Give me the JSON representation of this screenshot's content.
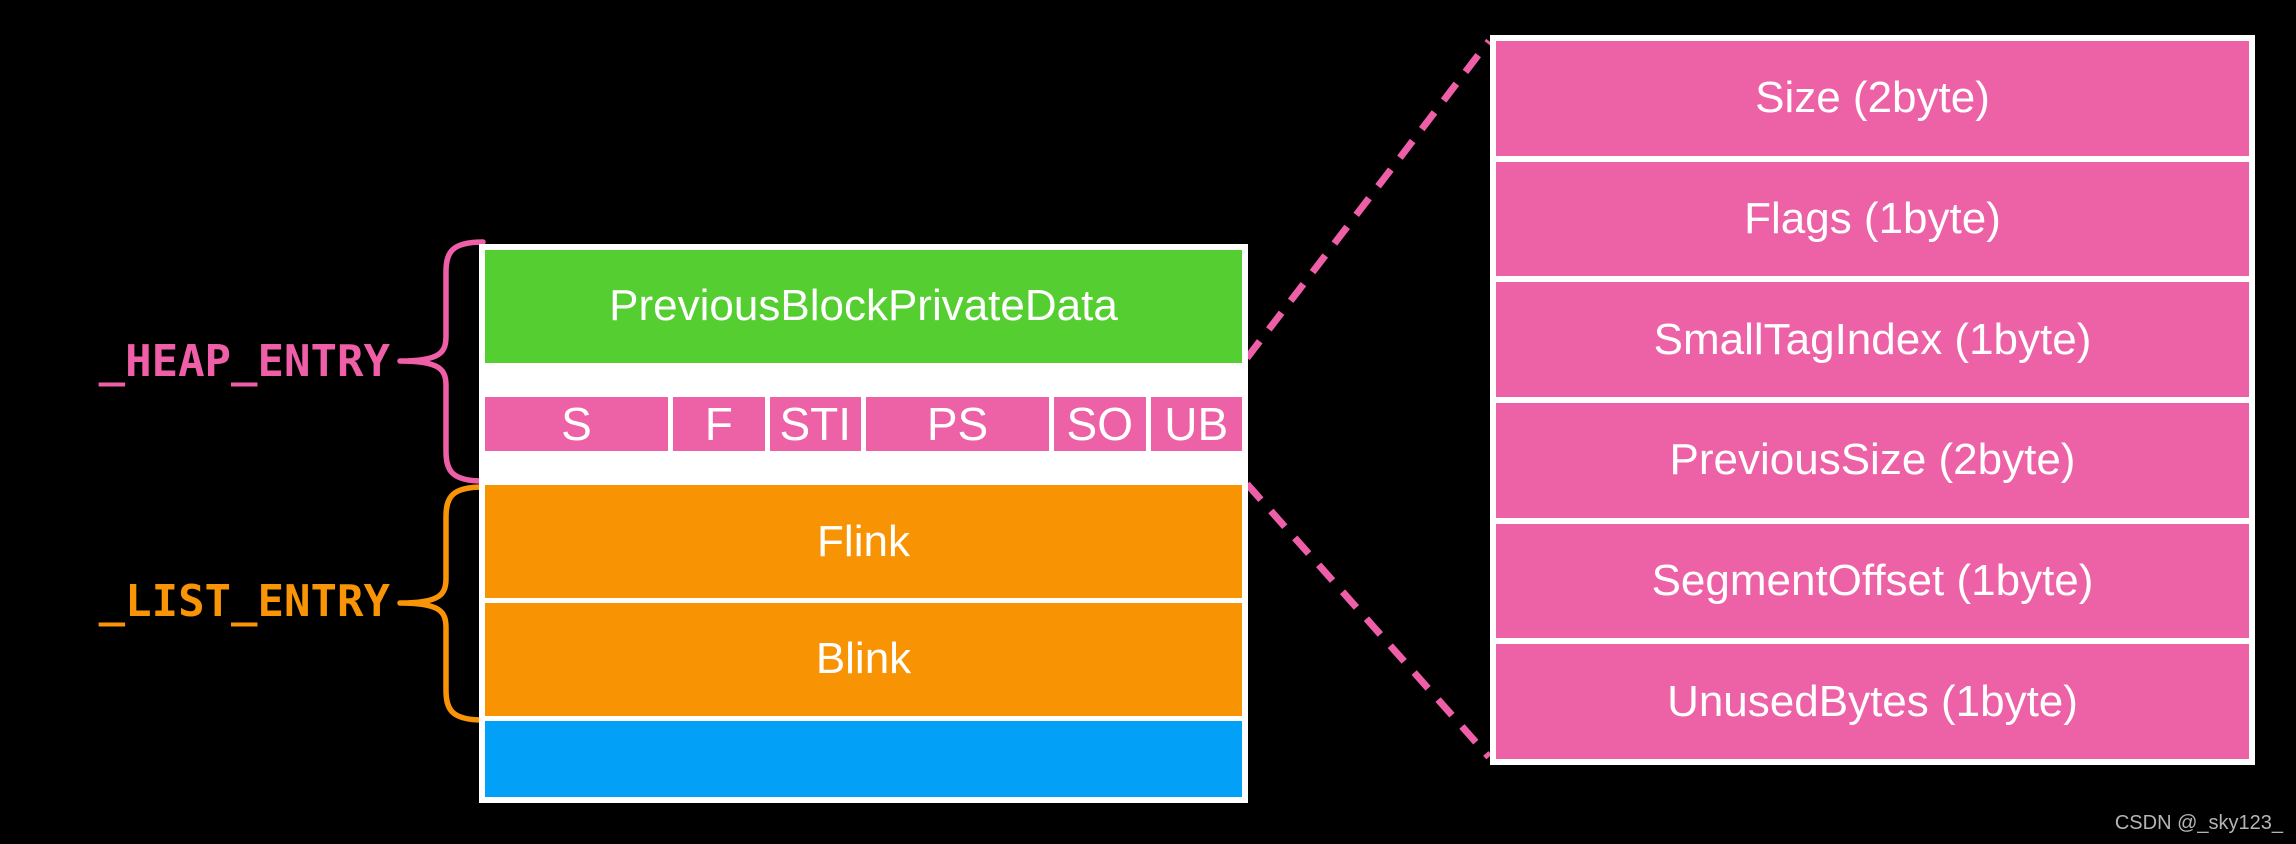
{
  "page": {
    "background": "#000000",
    "watermark": "CSDN @_sky123_"
  },
  "colors": {
    "heap_entry_accent": "#ee5fa8",
    "list_entry_accent": "#f89406",
    "field_pink": "#ed61a6",
    "private_data_green": "#55ce31",
    "link_orange": "#f89303",
    "data_blue": "#03a0f7",
    "connector_pink": "#ee5fa8",
    "border_white": "#ffffff"
  },
  "labels": {
    "heap_entry": "_HEAP_ENTRY",
    "list_entry": "_LIST_ENTRY"
  },
  "heap_block": {
    "private_data_label": "PreviousBlockPrivateData",
    "fields": [
      {
        "abbr": "S"
      },
      {
        "abbr": "F"
      },
      {
        "abbr": "STI"
      },
      {
        "abbr": "PS"
      },
      {
        "abbr": "SO"
      },
      {
        "abbr": "UB"
      }
    ],
    "flink_label": "Flink",
    "blink_label": "Blink"
  },
  "detail_table": {
    "rows": [
      "Size (2byte)",
      "Flags (1byte)",
      "SmallTagIndex (1byte)",
      "PreviousSize (2byte)",
      "SegmentOffset (1byte)",
      "UnusedBytes (1byte)"
    ]
  }
}
